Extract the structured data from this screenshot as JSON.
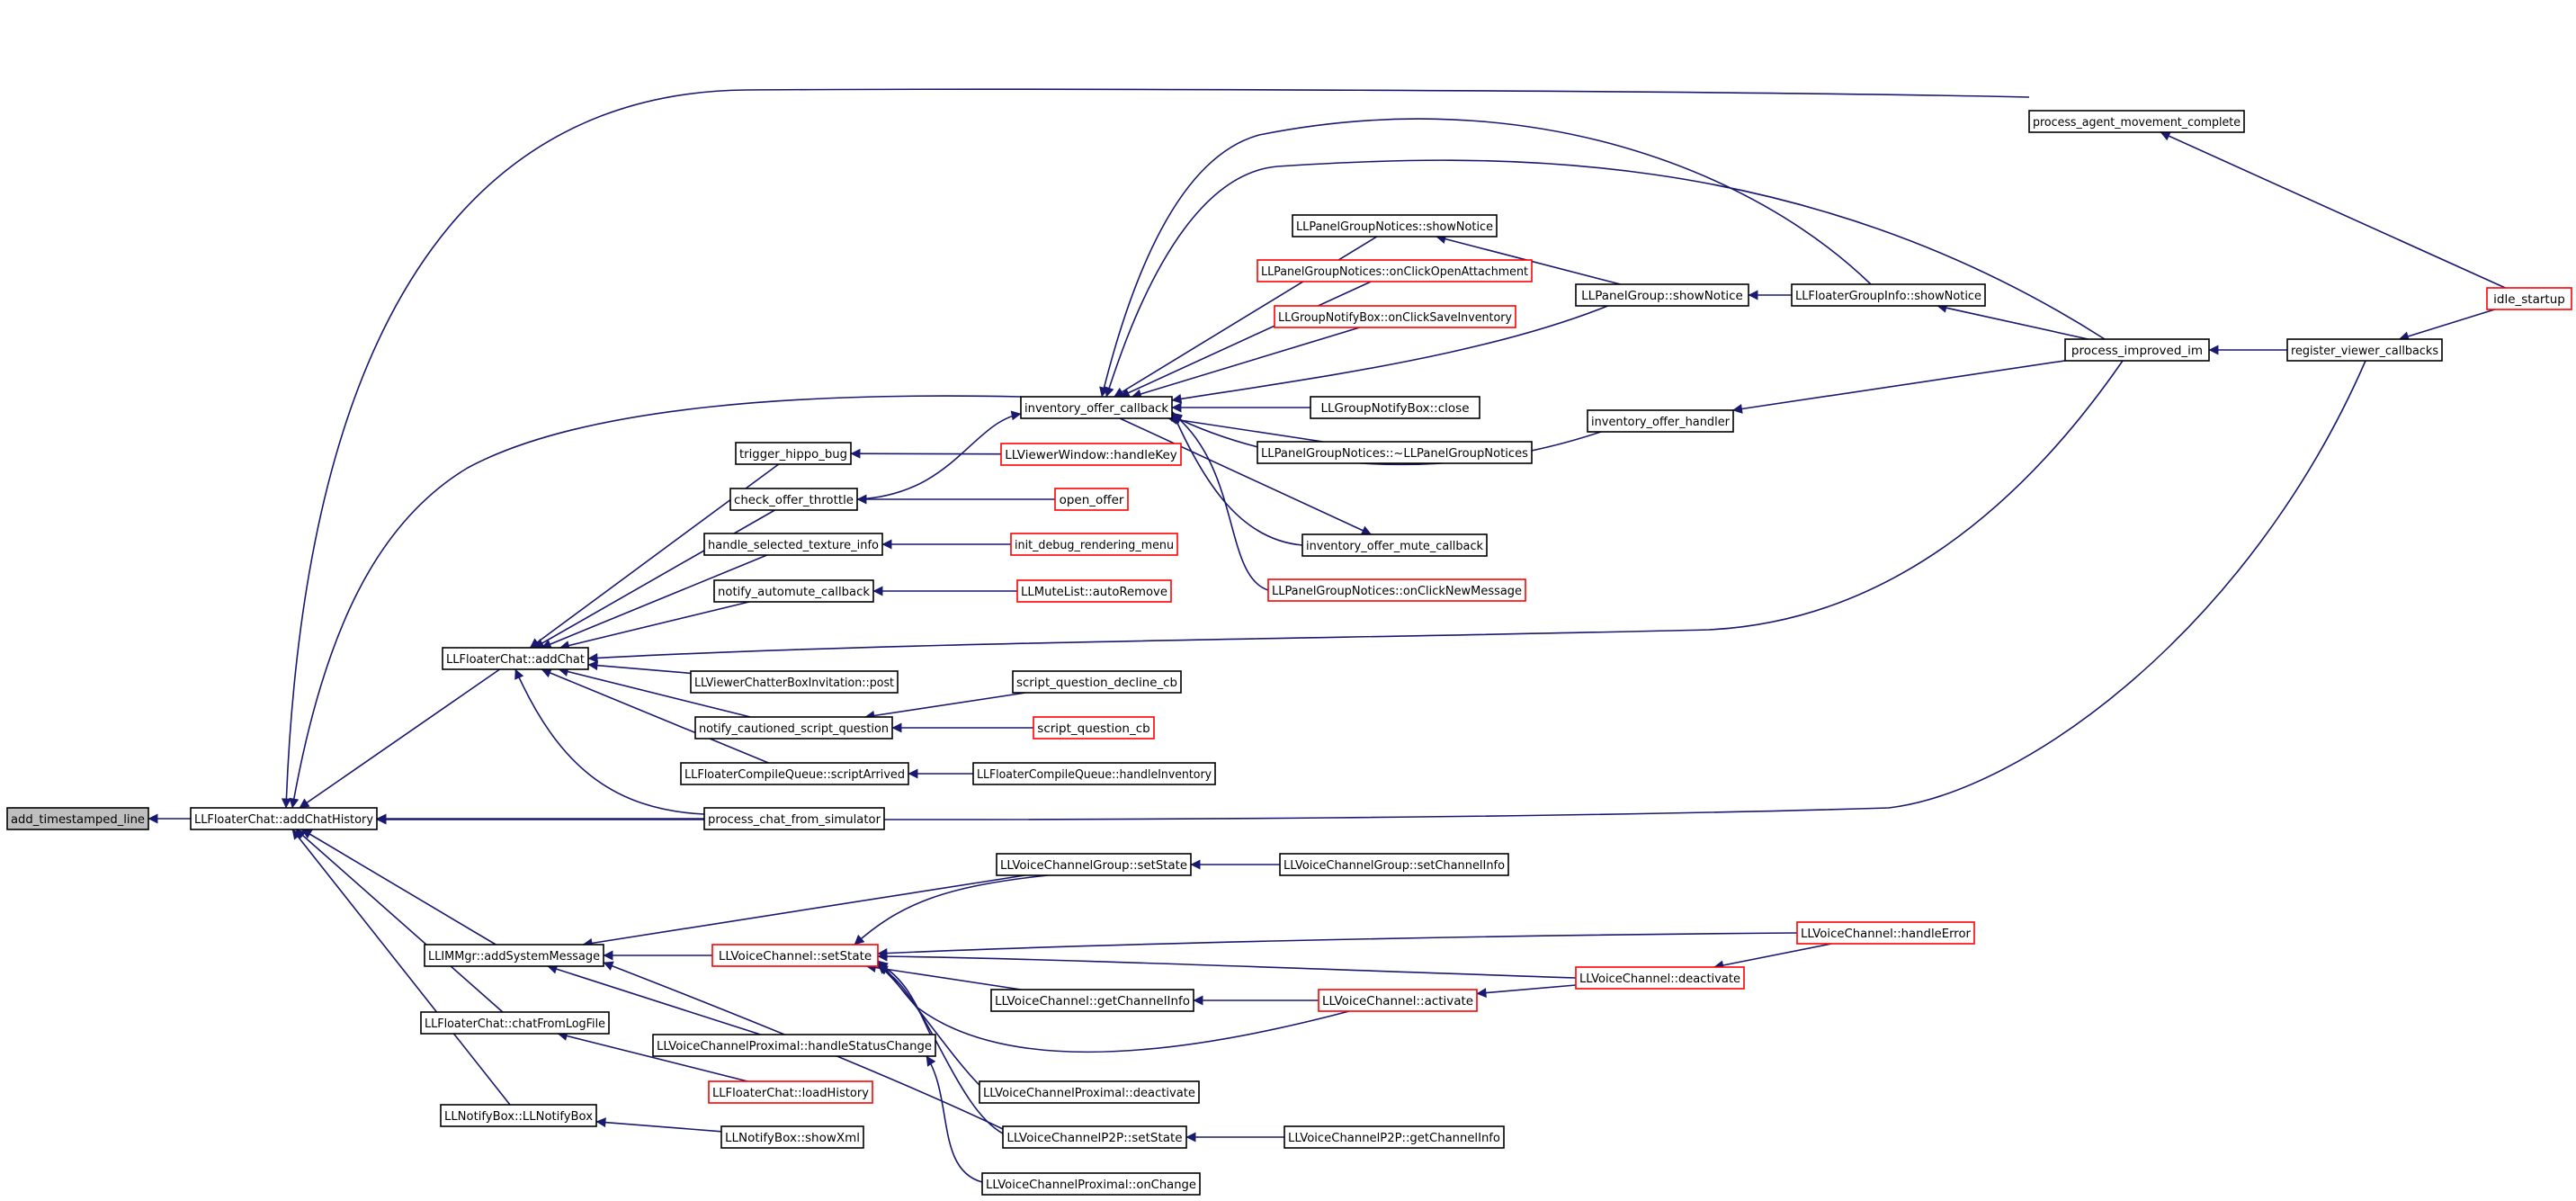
{
  "graph": {
    "arrow_color": "#191970",
    "nodes": [
      {
        "id": "add_timestamped_line",
        "label": "add_timestamped_line",
        "style": "focus"
      },
      {
        "id": "addChatHistory",
        "label": "LLFloaterChat::addChatHistory",
        "style": "normal"
      },
      {
        "id": "addChat",
        "label": "LLFloaterChat::addChat",
        "style": "normal"
      },
      {
        "id": "addSystemMessage",
        "label": "LLIMMgr::addSystemMessage",
        "style": "normal"
      },
      {
        "id": "chatFromLogFile",
        "label": "LLFloaterChat::chatFromLogFile",
        "style": "normal"
      },
      {
        "id": "LLNotifyBox",
        "label": "LLNotifyBox::LLNotifyBox",
        "style": "normal"
      },
      {
        "id": "process_agent_movement_complete",
        "label": "process_agent_movement_complete",
        "style": "normal"
      },
      {
        "id": "idle_startup",
        "label": "idle_startup",
        "style": "red"
      },
      {
        "id": "process_improved_im",
        "label": "process_improved_im",
        "style": "normal"
      },
      {
        "id": "register_viewer_callbacks",
        "label": "register_viewer_callbacks",
        "style": "normal"
      },
      {
        "id": "FloaterGroupInfo_showNotice",
        "label": "LLFloaterGroupInfo::showNotice",
        "style": "normal"
      },
      {
        "id": "PanelGroup_showNotice",
        "label": "LLPanelGroup::showNotice",
        "style": "normal"
      },
      {
        "id": "PanelGroupNotices_showNotice",
        "label": "LLPanelGroupNotices::showNotice",
        "style": "normal"
      },
      {
        "id": "onClickOpenAttachment",
        "label": "LLPanelGroupNotices::onClickOpenAttachment",
        "style": "red"
      },
      {
        "id": "onClickSaveInventory",
        "label": "LLGroupNotifyBox::onClickSaveInventory",
        "style": "red"
      },
      {
        "id": "inventory_offer_callback",
        "label": "inventory_offer_callback",
        "style": "normal"
      },
      {
        "id": "GroupNotifyBox_close",
        "label": "LLGroupNotifyBox::close",
        "style": "normal"
      },
      {
        "id": "PanelGroupNotices_dtor",
        "label": "LLPanelGroupNotices::~LLPanelGroupNotices",
        "style": "normal"
      },
      {
        "id": "inventory_offer_handler",
        "label": "inventory_offer_handler",
        "style": "normal"
      },
      {
        "id": "inventory_offer_mute_callback",
        "label": "inventory_offer_mute_callback",
        "style": "normal"
      },
      {
        "id": "onClickNewMessage",
        "label": "LLPanelGroupNotices::onClickNewMessage",
        "style": "red"
      },
      {
        "id": "trigger_hippo_bug",
        "label": "trigger_hippo_bug",
        "style": "normal"
      },
      {
        "id": "handleKey",
        "label": "LLViewerWindow::handleKey",
        "style": "red"
      },
      {
        "id": "check_offer_throttle",
        "label": "check_offer_throttle",
        "style": "normal"
      },
      {
        "id": "open_offer",
        "label": "open_offer",
        "style": "red"
      },
      {
        "id": "handle_selected_texture_info",
        "label": "handle_selected_texture_info",
        "style": "normal"
      },
      {
        "id": "init_debug_rendering_menu",
        "label": "init_debug_rendering_menu",
        "style": "red"
      },
      {
        "id": "notify_automute_callback",
        "label": "notify_automute_callback",
        "style": "normal"
      },
      {
        "id": "autoRemove",
        "label": "LLMuteList::autoRemove",
        "style": "red"
      },
      {
        "id": "ChatterBoxInvitation_post",
        "label": "LLViewerChatterBoxInvitation::post",
        "style": "normal"
      },
      {
        "id": "notify_cautioned_script_question",
        "label": "notify_cautioned_script_question",
        "style": "normal"
      },
      {
        "id": "script_question_decline_cb",
        "label": "script_question_decline_cb",
        "style": "normal"
      },
      {
        "id": "script_question_cb",
        "label": "script_question_cb",
        "style": "red"
      },
      {
        "id": "scriptArrived",
        "label": "LLFloaterCompileQueue::scriptArrived",
        "style": "normal"
      },
      {
        "id": "handleInventory",
        "label": "LLFloaterCompileQueue::handleInventory",
        "style": "normal"
      },
      {
        "id": "process_chat_from_simulator",
        "label": "process_chat_from_simulator",
        "style": "normal"
      },
      {
        "id": "VoiceChannelGroup_setState",
        "label": "LLVoiceChannelGroup::setState",
        "style": "normal"
      },
      {
        "id": "VoiceChannelGroup_setChannelInfo",
        "label": "LLVoiceChannelGroup::setChannelInfo",
        "style": "normal"
      },
      {
        "id": "VoiceChannel_setState",
        "label": "LLVoiceChannel::setState",
        "style": "red"
      },
      {
        "id": "VoiceChannel_handleError",
        "label": "LLVoiceChannel::handleError",
        "style": "red"
      },
      {
        "id": "VoiceChannel_deactivate",
        "label": "LLVoiceChannel::deactivate",
        "style": "red"
      },
      {
        "id": "VoiceChannel_getChannelInfo",
        "label": "LLVoiceChannel::getChannelInfo",
        "style": "normal"
      },
      {
        "id": "VoiceChannel_activate",
        "label": "LLVoiceChannel::activate",
        "style": "red"
      },
      {
        "id": "handleStatusChange",
        "label": "LLVoiceChannelProximal::handleStatusChange",
        "style": "normal"
      },
      {
        "id": "loadHistory",
        "label": "LLFloaterChat::loadHistory",
        "style": "red"
      },
      {
        "id": "Proximal_deactivate",
        "label": "LLVoiceChannelProximal::deactivate",
        "style": "normal"
      },
      {
        "id": "P2P_setState",
        "label": "LLVoiceChannelP2P::setState",
        "style": "normal"
      },
      {
        "id": "P2P_getChannelInfo",
        "label": "LLVoiceChannelP2P::getChannelInfo",
        "style": "normal"
      },
      {
        "id": "showXml",
        "label": "LLNotifyBox::showXml",
        "style": "normal"
      },
      {
        "id": "Proximal_onChange",
        "label": "LLVoiceChannelProximal::onChange",
        "style": "normal"
      }
    ],
    "edges": [
      {
        "from": "addChatHistory",
        "to": "add_timestamped_line"
      },
      {
        "from": "addChat",
        "to": "addChatHistory"
      },
      {
        "from": "addSystemMessage",
        "to": "addChatHistory"
      },
      {
        "from": "chatFromLogFile",
        "to": "addChatHistory"
      },
      {
        "from": "LLNotifyBox",
        "to": "addChatHistory"
      },
      {
        "from": "process_agent_movement_complete",
        "to": "addChatHistory"
      },
      {
        "from": "process_chat_from_simulator",
        "to": "addChatHistory"
      },
      {
        "from": "register_viewer_callbacks",
        "to": "addChatHistory"
      },
      {
        "from": "inventory_offer_callback",
        "to": "addChatHistory"
      },
      {
        "from": "idle_startup",
        "to": "process_agent_movement_complete"
      },
      {
        "from": "register_viewer_callbacks",
        "to": "process_improved_im"
      },
      {
        "from": "idle_startup",
        "to": "register_viewer_callbacks"
      },
      {
        "from": "process_improved_im",
        "to": "FloaterGroupInfo_showNotice"
      },
      {
        "from": "FloaterGroupInfo_showNotice",
        "to": "PanelGroup_showNotice"
      },
      {
        "from": "PanelGroup_showNotice",
        "to": "PanelGroupNotices_showNotice"
      },
      {
        "from": "PanelGroupNotices_showNotice",
        "to": "inventory_offer_callback"
      },
      {
        "from": "onClickOpenAttachment",
        "to": "inventory_offer_callback"
      },
      {
        "from": "onClickSaveInventory",
        "to": "inventory_offer_callback"
      },
      {
        "from": "GroupNotifyBox_close",
        "to": "inventory_offer_callback"
      },
      {
        "from": "PanelGroupNotices_dtor",
        "to": "inventory_offer_callback"
      },
      {
        "from": "inventory_offer_handler",
        "to": "inventory_offer_callback"
      },
      {
        "from": "process_improved_im",
        "to": "inventory_offer_handler"
      },
      {
        "from": "inventory_offer_mute_callback",
        "to": "inventory_offer_callback"
      },
      {
        "from": "onClickNewMessage",
        "to": "inventory_offer_callback"
      },
      {
        "from": "PanelGroup_showNotice",
        "to": "inventory_offer_callback"
      },
      {
        "from": "FloaterGroupInfo_showNotice",
        "to": "inventory_offer_callback"
      },
      {
        "from": "process_improved_im",
        "to": "inventory_offer_callback"
      },
      {
        "from": "check_offer_throttle",
        "to": "inventory_offer_callback"
      },
      {
        "from": "inventory_offer_callback",
        "to": "inventory_offer_mute_callback"
      },
      {
        "from": "trigger_hippo_bug",
        "to": "addChat"
      },
      {
        "from": "handleKey",
        "to": "trigger_hippo_bug"
      },
      {
        "from": "check_offer_throttle",
        "to": "addChat"
      },
      {
        "from": "open_offer",
        "to": "check_offer_throttle"
      },
      {
        "from": "handle_selected_texture_info",
        "to": "addChat"
      },
      {
        "from": "init_debug_rendering_menu",
        "to": "handle_selected_texture_info"
      },
      {
        "from": "notify_automute_callback",
        "to": "addChat"
      },
      {
        "from": "autoRemove",
        "to": "notify_automute_callback"
      },
      {
        "from": "ChatterBoxInvitation_post",
        "to": "addChat"
      },
      {
        "from": "notify_cautioned_script_question",
        "to": "addChat"
      },
      {
        "from": "script_question_decline_cb",
        "to": "notify_cautioned_script_question"
      },
      {
        "from": "script_question_cb",
        "to": "notify_cautioned_script_question"
      },
      {
        "from": "scriptArrived",
        "to": "addChat"
      },
      {
        "from": "handleInventory",
        "to": "scriptArrived"
      },
      {
        "from": "process_chat_from_simulator",
        "to": "addChat"
      },
      {
        "from": "process_improved_im",
        "to": "addChat"
      },
      {
        "from": "VoiceChannelGroup_setState",
        "to": "addSystemMessage"
      },
      {
        "from": "VoiceChannel_setState",
        "to": "addSystemMessage"
      },
      {
        "from": "handleStatusChange",
        "to": "addSystemMessage"
      },
      {
        "from": "P2P_setState",
        "to": "addSystemMessage"
      },
      {
        "from": "VoiceChannelGroup_setChannelInfo",
        "to": "VoiceChannelGroup_setState"
      },
      {
        "from": "VoiceChannelGroup_setState",
        "to": "VoiceChannel_setState"
      },
      {
        "from": "VoiceChannel_handleError",
        "to": "VoiceChannel_setState"
      },
      {
        "from": "VoiceChannel_deactivate",
        "to": "VoiceChannel_setState"
      },
      {
        "from": "VoiceChannel_getChannelInfo",
        "to": "VoiceChannel_setState"
      },
      {
        "from": "VoiceChannel_activate",
        "to": "VoiceChannel_setState"
      },
      {
        "from": "handleStatusChange",
        "to": "VoiceChannel_setState"
      },
      {
        "from": "Proximal_deactivate",
        "to": "VoiceChannel_setState"
      },
      {
        "from": "P2P_setState",
        "to": "VoiceChannel_setState"
      },
      {
        "from": "VoiceChannel_handleError",
        "to": "VoiceChannel_deactivate"
      },
      {
        "from": "VoiceChannel_activate",
        "to": "VoiceChannel_getChannelInfo"
      },
      {
        "from": "VoiceChannel_deactivate",
        "to": "VoiceChannel_activate"
      },
      {
        "from": "P2P_getChannelInfo",
        "to": "P2P_setState"
      },
      {
        "from": "loadHistory",
        "to": "chatFromLogFile"
      },
      {
        "from": "Proximal_onChange",
        "to": "handleStatusChange"
      },
      {
        "from": "showXml",
        "to": "LLNotifyBox"
      }
    ]
  }
}
